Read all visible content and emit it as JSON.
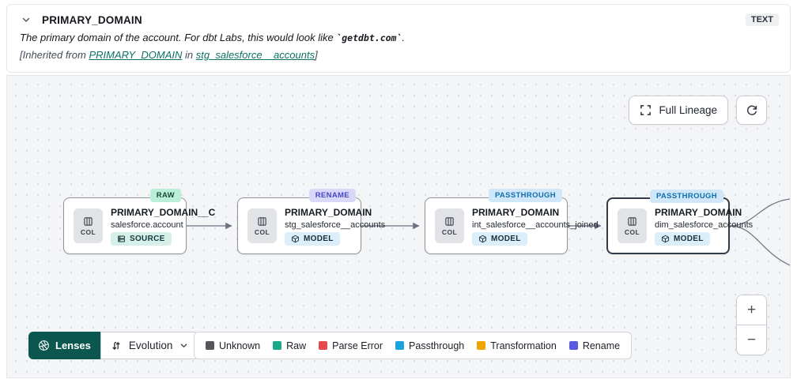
{
  "header": {
    "title": "PRIMARY_DOMAIN",
    "type_badge": "TEXT",
    "description": {
      "prefix": "The primary domain of the account. For dbt Labs, this would look like ",
      "code": "`getdbt.com`",
      "suffix": "."
    },
    "inherited": {
      "open": "[Inherited from ",
      "column_link": "PRIMARY_DOMAIN",
      "connector": " in ",
      "model_link": "stg_salesforce__accounts",
      "close": "]"
    }
  },
  "canvas": {
    "controls": {
      "full_lineage_label": "Full Lineage"
    },
    "nodes": [
      {
        "status": "RAW",
        "col_badge": "COL",
        "column": "PRIMARY_DOMAIN__C",
        "model": "salesforce.account",
        "resource_type": "SOURCE",
        "selected": false
      },
      {
        "status": "RENAME",
        "col_badge": "COL",
        "column": "PRIMARY_DOMAIN",
        "model": "stg_salesforce__accounts",
        "resource_type": "MODEL",
        "selected": false
      },
      {
        "status": "PASSTHROUGH",
        "col_badge": "COL",
        "column": "PRIMARY_DOMAIN",
        "model": "int_salesforce__accounts_joined",
        "resource_type": "MODEL",
        "selected": false
      },
      {
        "status": "PASSTHROUGH",
        "col_badge": "COL",
        "column": "PRIMARY_DOMAIN",
        "model": "dim_salesforce_accounts",
        "resource_type": "MODEL",
        "selected": true
      }
    ],
    "toolbar": {
      "lenses_label": "Lenses",
      "active_lens": "Evolution"
    },
    "legend": [
      {
        "label": "Unknown",
        "color": "#55565a"
      },
      {
        "label": "Raw",
        "color": "#19ab89"
      },
      {
        "label": "Parse Error",
        "color": "#e5484d"
      },
      {
        "label": "Passthrough",
        "color": "#1aa3dd"
      },
      {
        "label": "Transformation",
        "color": "#efa400"
      },
      {
        "label": "Rename",
        "color": "#5a5ae0"
      }
    ],
    "zoom_controls": {
      "zoom_in": "+",
      "zoom_out": "−"
    }
  },
  "colors": {
    "accent_teal": "#0b574f",
    "link_teal": "#0d7166",
    "status_raw_bg": "#b9efd8",
    "status_rename_bg": "#d9d8f9",
    "status_passthrough_bg": "#cfe7f8",
    "source_badge_bg": "#d6efe8",
    "model_badge_bg": "#dceefa"
  }
}
